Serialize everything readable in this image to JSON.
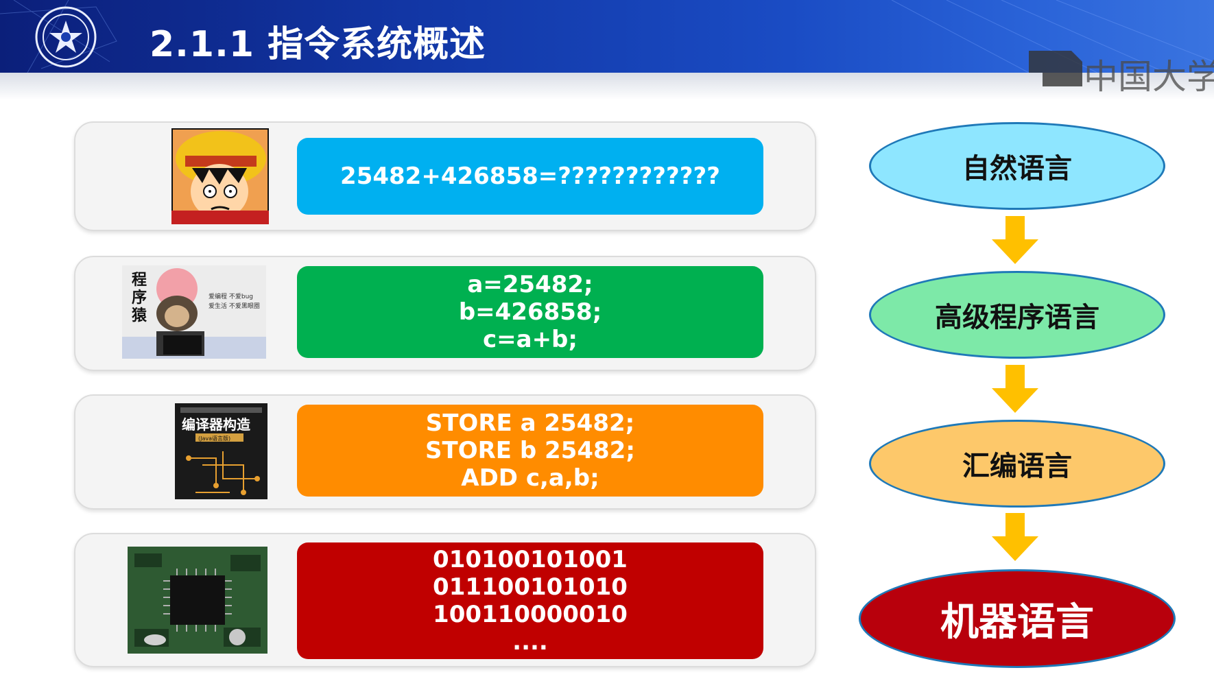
{
  "header": {
    "title": "2.1.1 指令系统概述",
    "watermark": "中国大学"
  },
  "rows": [
    {
      "image": "confused-cartoon-face",
      "lines": [
        "25482+426858=????????????"
      ],
      "color": "#00b0f0"
    },
    {
      "image": "programmer-monkey",
      "image_text": [
        "程",
        "序",
        "猿"
      ],
      "image_caption": [
        "爱编程 不爱bug",
        "爱生活 不爱黑眼圈"
      ],
      "lines": [
        "a=25482;",
        "b=426858;",
        "c=a+b;"
      ],
      "color": "#00b050"
    },
    {
      "image": "compiler-book-cover",
      "image_text": [
        "编译器构造"
      ],
      "image_caption": [
        "(Java语言版)"
      ],
      "lines": [
        "STORE a 25482;",
        "STORE b 25482;",
        "ADD c,a,b;"
      ],
      "color": "#ff8c00"
    },
    {
      "image": "circuit-board-chip",
      "lines": [
        "010100101001",
        "011100101010",
        "100110000010",
        "...."
      ],
      "color": "#c00000"
    }
  ],
  "hierarchy": [
    {
      "label": "自然语言",
      "fill": "#8ee6ff",
      "border": "#1f79b8",
      "text": "#111111"
    },
    {
      "label": "高级程序语言",
      "fill": "#7de9a8",
      "border": "#1f79b8",
      "text": "#111111"
    },
    {
      "label": "汇编语言",
      "fill": "#fdc86a",
      "border": "#1f79b8",
      "text": "#111111"
    },
    {
      "label": "机器语言",
      "fill": "#b8000c",
      "border": "#1f79b8",
      "text": "#ffffff"
    }
  ],
  "arrow_color": "#ffc000"
}
